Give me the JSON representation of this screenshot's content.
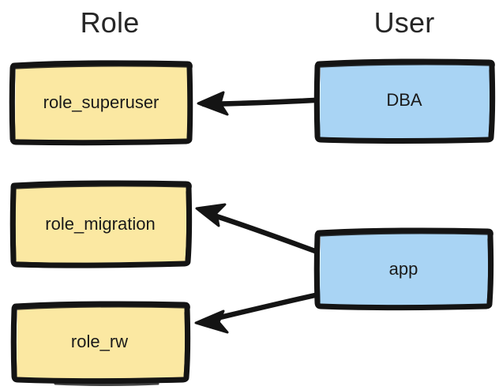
{
  "diagram": {
    "title_columns": {
      "role": "Role",
      "user": "User"
    },
    "style": {
      "role_fill": "#FBE8A2",
      "user_fill": "#A9D4F4",
      "stroke": "#141414",
      "background": "#FFFFFF",
      "text": "#1A1A1A"
    },
    "nodes": [
      {
        "id": "role_superuser",
        "label": "role_superuser",
        "column": "Role",
        "fill": "#FBE8A2"
      },
      {
        "id": "role_migration",
        "label": "role_migration",
        "column": "Role",
        "fill": "#FBE8A2"
      },
      {
        "id": "role_rw",
        "label": "role_rw",
        "column": "Role",
        "fill": "#FBE8A2"
      },
      {
        "id": "dba",
        "label": "DBA",
        "column": "User",
        "fill": "#A9D4F4"
      },
      {
        "id": "app",
        "label": "app",
        "column": "User",
        "fill": "#A9D4F4"
      }
    ],
    "edges": [
      {
        "id": "dba-to-role_superuser",
        "from": "DBA",
        "to": "role_superuser",
        "arrow": "to",
        "label": ""
      },
      {
        "id": "app-to-role_migration",
        "from": "app",
        "to": "role_migration",
        "arrow": "to",
        "label": ""
      },
      {
        "id": "app-to-role_rw",
        "from": "app",
        "to": "role_rw",
        "arrow": "to",
        "label": ""
      }
    ]
  }
}
